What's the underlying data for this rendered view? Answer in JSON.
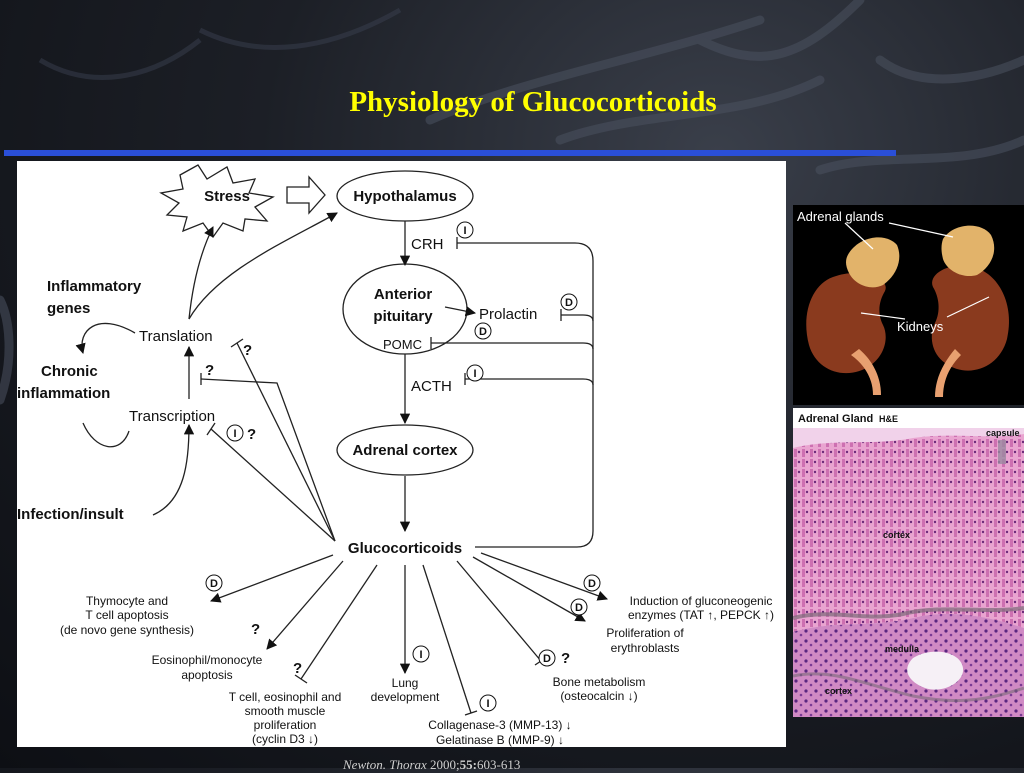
{
  "slide": {
    "title": "Physiology of Glucocorticoids",
    "citation": {
      "author": "Newton.",
      "journal": "Thorax",
      "year": "2000;",
      "volume": "55:",
      "pages": "603-613"
    }
  },
  "diagram": {
    "stress": "Stress",
    "hypothalamus": "Hypothalamus",
    "crh": "CRH",
    "anterior_pituitary_line1": "Anterior",
    "anterior_pituitary_line2": "pituitary",
    "pomc": "POMC",
    "prolactin": "Prolactin",
    "acth": "ACTH",
    "adrenal_cortex": "Adrenal cortex",
    "glucocorticoids": "Glucocorticoids",
    "inflammatory_genes_line1": "Inflammatory",
    "inflammatory_genes_line2": "genes",
    "chronic_inflammation_line1": "Chronic",
    "chronic_inflammation_line2": "inflammation",
    "translation": "Translation",
    "transcription": "Transcription",
    "infection_insult": "Infection/insult",
    "badge_I": "I",
    "badge_D": "D",
    "question": "?",
    "effects": {
      "thymocyte_1": "Thymocyte and",
      "thymocyte_2": "T cell apoptosis",
      "thymocyte_3": "(de novo gene synthesis)",
      "eosinophil_1": "Eosinophil/monocyte",
      "eosinophil_2": "apoptosis",
      "tcell_1": "T cell, eosinophil and",
      "tcell_2": "smooth muscle",
      "tcell_3": "proliferation",
      "tcell_4": "(cyclin D3 ↓)",
      "lung_1": "Lung",
      "lung_2": "development",
      "collagenase_1": "Collagenase-3 (MMP-13) ↓",
      "collagenase_2": "Gelatinase B (MMP-9) ↓",
      "bone_1": "Bone metabolism",
      "bone_2": "(osteocalcin ↓)",
      "erythro_1": "Proliferation of",
      "erythro_2": "erythroblasts",
      "gluconeo_1": "Induction of gluconeogenic",
      "gluconeo_2": "enzymes (TAT ↑, PEPCK ↑)"
    }
  },
  "photos": {
    "kidneys": {
      "adrenal_glands": "Adrenal glands",
      "kidneys": "Kidneys"
    },
    "histology": {
      "title": "Adrenal Gland",
      "stain": "H&E",
      "capsule": "capsule",
      "cortex": "cortex",
      "medulla": "medulla",
      "cortex2": "cortex"
    }
  }
}
